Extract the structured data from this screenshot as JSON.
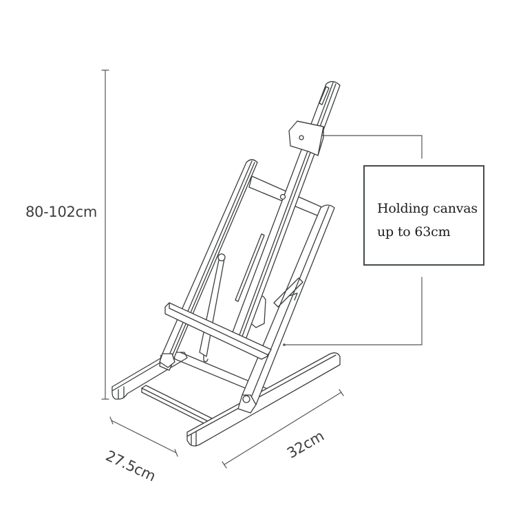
{
  "diagram": {
    "subject": "Tabletop H-frame easel (line drawing)",
    "colors": {
      "background": "#ffffff",
      "line": "#3a3d3c",
      "dimension_line": "#555555",
      "callout_border": "#434b48",
      "text": "#3d3f3f"
    },
    "dimensions": {
      "height": {
        "label": "80-102cm",
        "orientation": "vertical"
      },
      "depth": {
        "label": "27.5cm",
        "orientation": "diagonal-left"
      },
      "width": {
        "label": "32cm",
        "orientation": "diagonal-right"
      }
    },
    "callout": {
      "line1": "Holding canvas",
      "line2": "up to 63cm",
      "points_to": [
        "canvas-clamp",
        "canvas-tray"
      ]
    },
    "parts": [
      "mast",
      "top-clamp",
      "front-legs",
      "cross-bar",
      "canvas-tray",
      "rear-support",
      "base-rails",
      "base-crossbar",
      "hinges",
      "wing-nut"
    ]
  }
}
